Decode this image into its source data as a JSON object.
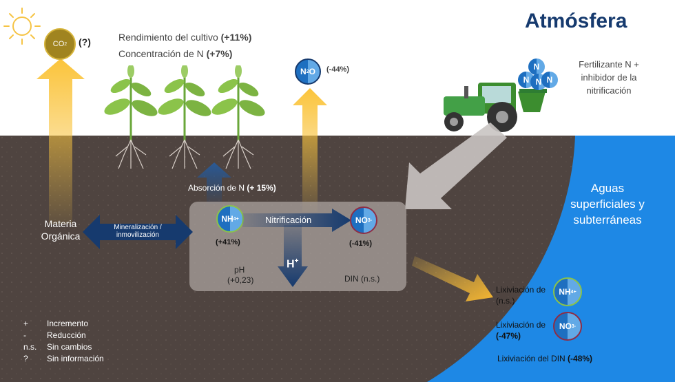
{
  "header": {
    "title": "Atmósfera"
  },
  "co2": {
    "label": "CO",
    "sub": "2",
    "note": "(?)"
  },
  "crop": {
    "line1_label": "Rendimiento del cultivo ",
    "line1_value": "(+11%)",
    "line2_label": "Concentración de N ",
    "line2_value": "(+7%)"
  },
  "n2o": {
    "label_a": "N",
    "sub": "2",
    "label_b": "O",
    "value": "(-44%)"
  },
  "fertilizer": {
    "text": "Fertilizante N + inhibidor de la nitrificación",
    "badge_letter": "N"
  },
  "soil": {
    "materia": "Materia Orgánica",
    "mineralization": "Mineralización / inmovilización",
    "absorption_label": "Absorción de N ",
    "absorption_value": "(+ 15%)",
    "nh4": {
      "label": "NH",
      "sub": "4",
      "sup": "+",
      "value": "(+41%)"
    },
    "nitrification": "Nitrificación",
    "no3": {
      "label": "NO",
      "sub": "3",
      "sup": "-",
      "value": "(-41%)"
    },
    "h_ion": "H",
    "h_sup": "+",
    "ph_label": "pH",
    "ph_value": "(+0,23)",
    "din": "DIN (n.s.)"
  },
  "water": {
    "title": "Aguas superficiales y subterráneas",
    "leach_nh4_label": "Lixiviación de",
    "leach_nh4_value": "(n.s.)",
    "leach_no3_label": "Lixiviación de",
    "leach_no3_value": "(-47%)",
    "leach_din_label": "Lixiviación del DIN ",
    "leach_din_value": "(-48%)"
  },
  "legend": [
    {
      "symbol": "+",
      "text": "Incremento"
    },
    {
      "symbol": "-",
      "text": "Reducción"
    },
    {
      "symbol": "n.s.",
      "text": "Sin cambios"
    },
    {
      "symbol": "?",
      "text": "Sin información"
    }
  ],
  "colors": {
    "soil": "#4f4440",
    "water": "#1e88e5",
    "dark_blue": "#163a6e",
    "yellow_arrow": "#f5c242",
    "nh4_ring": "#8bc34a",
    "no3_ring": "#8e2d45"
  }
}
